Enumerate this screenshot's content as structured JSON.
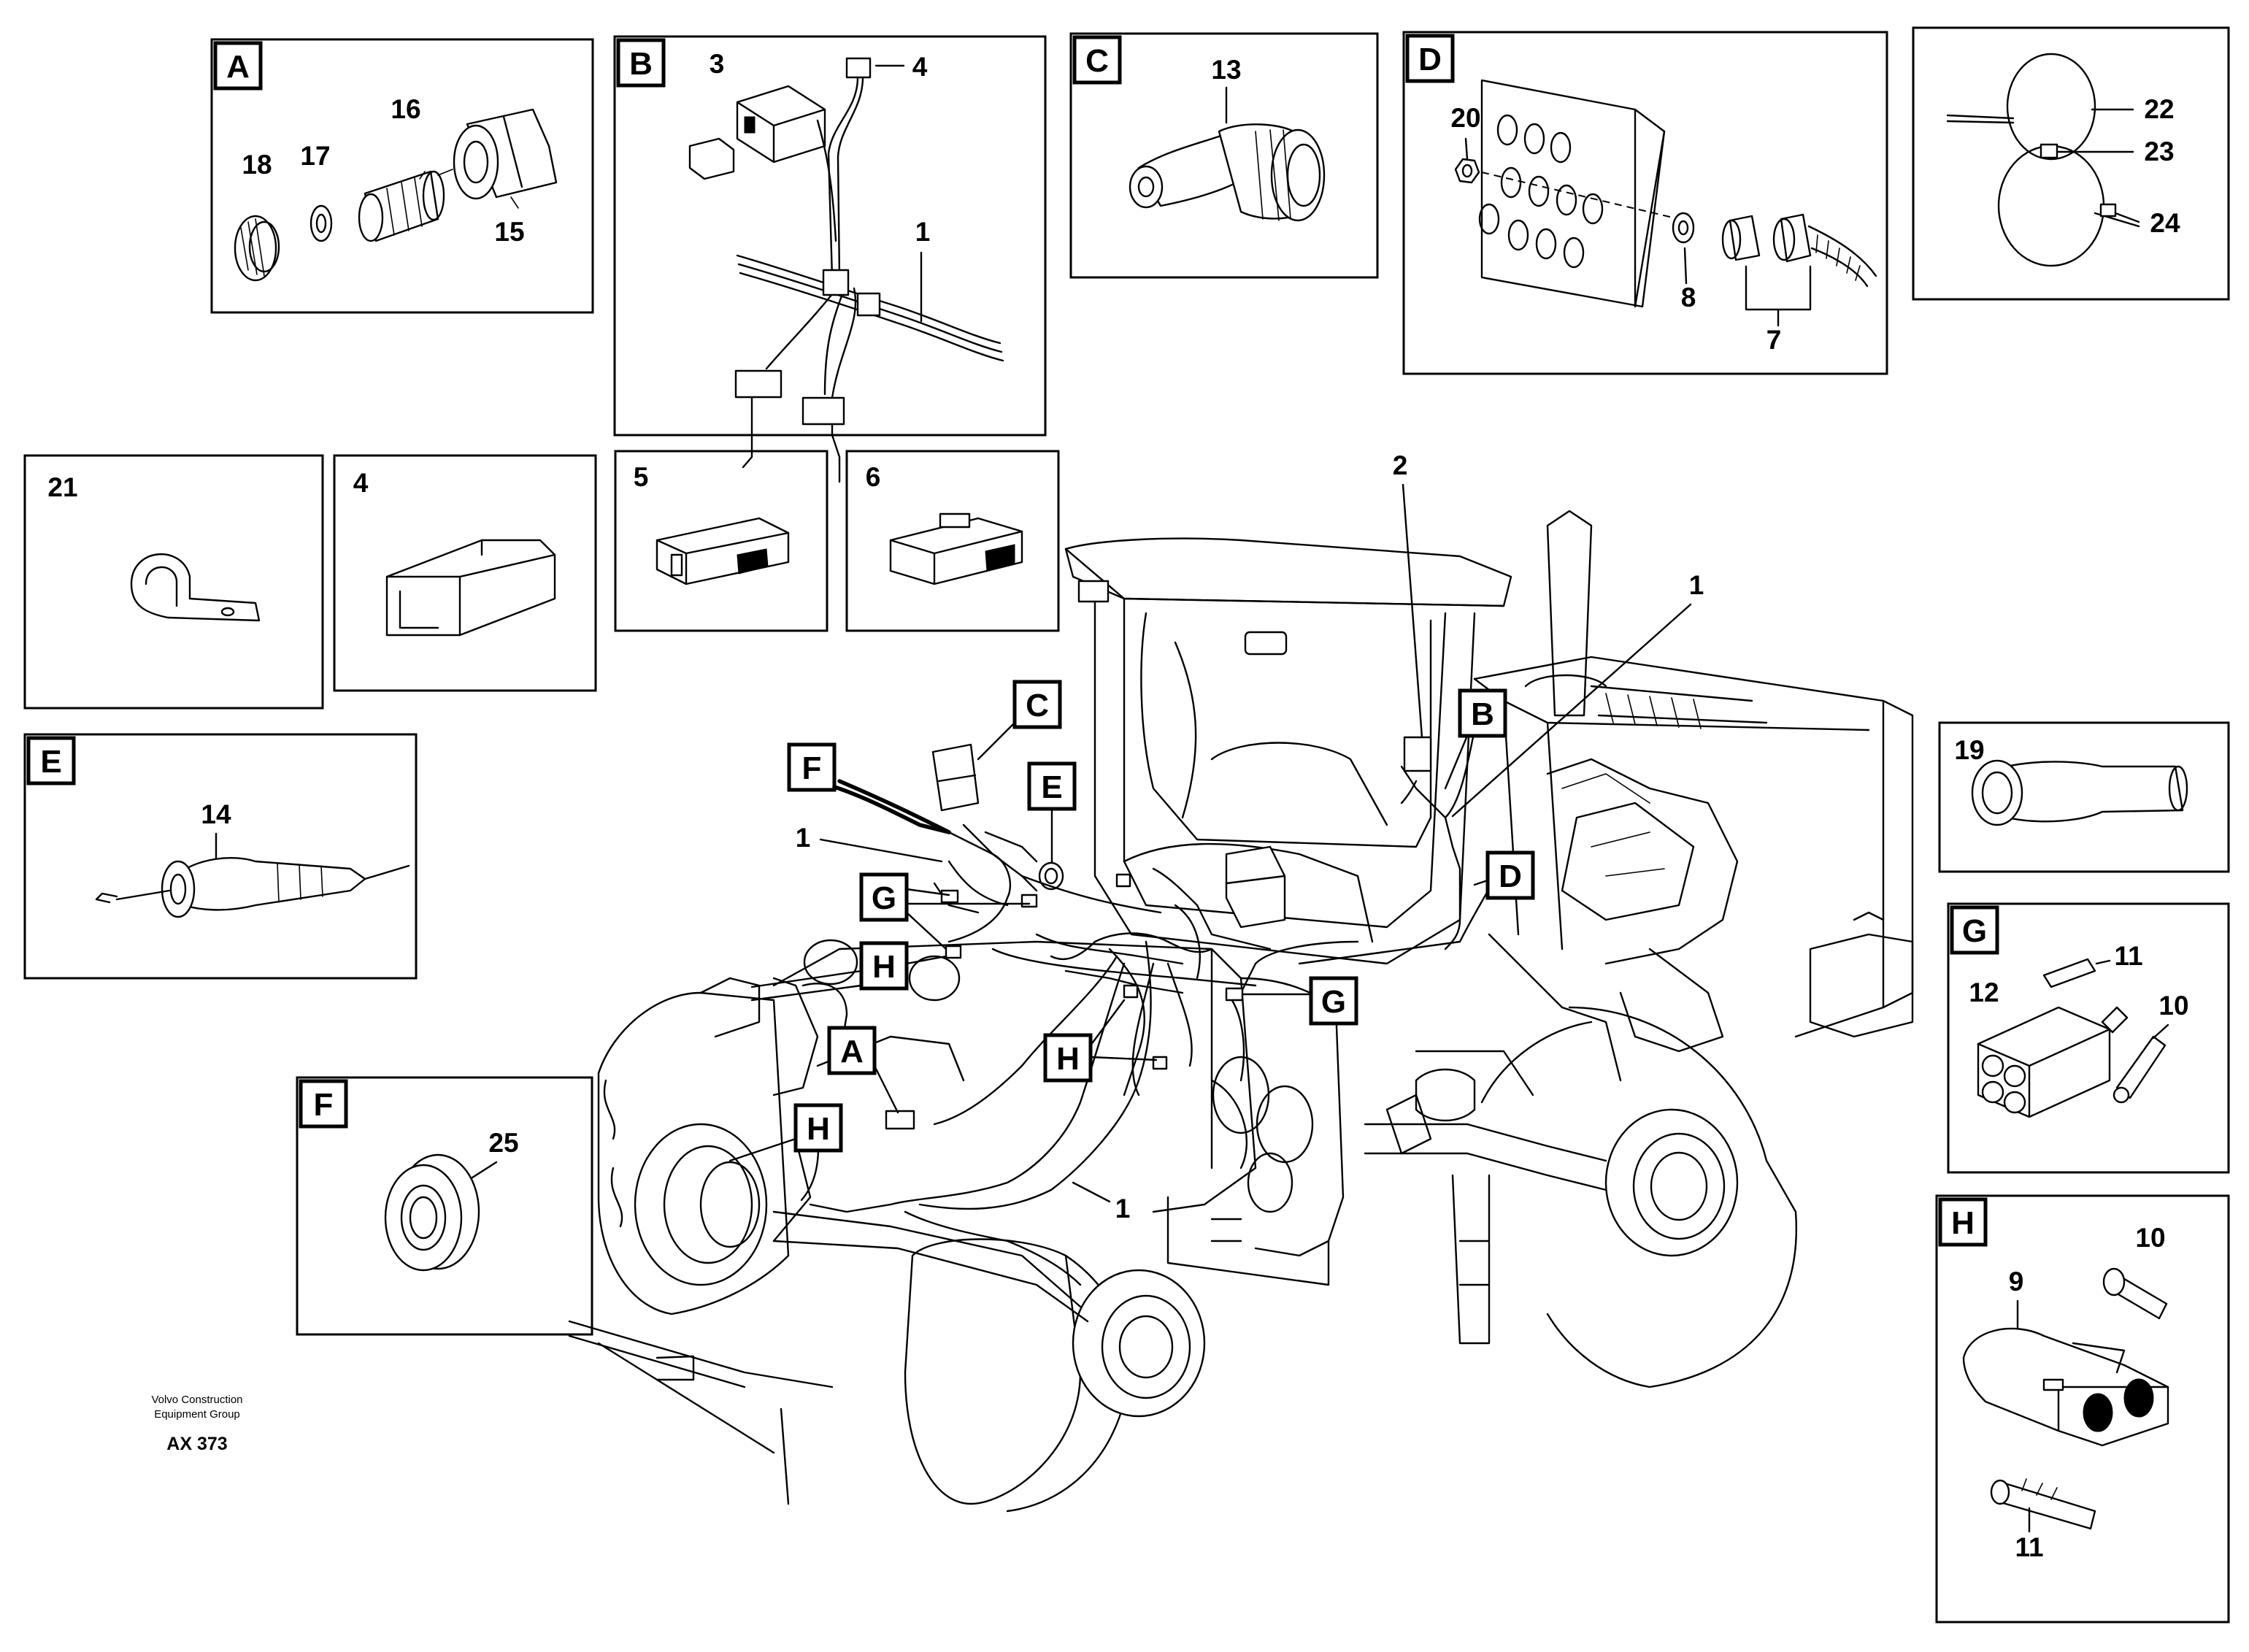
{
  "panel_letters": {
    "A": "A",
    "B": "B",
    "C": "C",
    "D": "D",
    "E": "E",
    "F": "F",
    "G": "G",
    "H": "H"
  },
  "part_numbers": {
    "n1": "1",
    "n2": "2",
    "n3": "3",
    "n4": "4",
    "n5": "5",
    "n6": "6",
    "n7": "7",
    "n8": "8",
    "n9": "9",
    "n10": "10",
    "n11": "11",
    "n12": "12",
    "n13": "13",
    "n14": "14",
    "n15": "15",
    "n16": "16",
    "n17": "17",
    "n18": "18",
    "n19": "19",
    "n20": "20",
    "n21": "21",
    "n22": "22",
    "n23": "23",
    "n24": "24",
    "n25": "25"
  },
  "credit": {
    "line1": "Volvo Construction",
    "line2": "Equipment Group",
    "code": "AX 373"
  }
}
